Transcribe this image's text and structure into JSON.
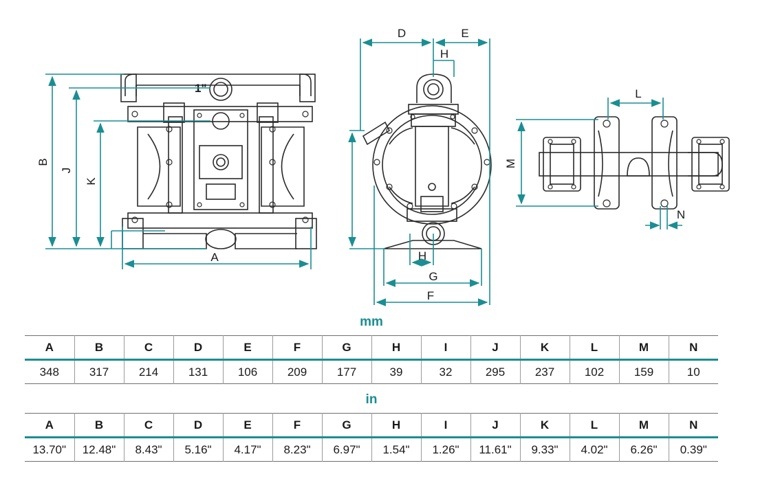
{
  "drawing": {
    "labels": {
      "A": "A",
      "B": "B",
      "J": "J",
      "K": "K",
      "D": "D",
      "E": "E",
      "H_top": "H",
      "H_bottom": "H",
      "G": "G",
      "F": "F",
      "L": "L",
      "M": "M",
      "N": "N",
      "inlet_size": "1\""
    },
    "accent_color": "#1a8e92",
    "line_color": "#2a2a2a"
  },
  "table_mm": {
    "title": "mm",
    "headers": [
      "A",
      "B",
      "C",
      "D",
      "E",
      "F",
      "G",
      "H",
      "I",
      "J",
      "K",
      "L",
      "M",
      "N"
    ],
    "values": [
      "348",
      "317",
      "214",
      "131",
      "106",
      "209",
      "177",
      "39",
      "32",
      "295",
      "237",
      "102",
      "159",
      "10"
    ]
  },
  "table_in": {
    "title": "in",
    "headers": [
      "A",
      "B",
      "C",
      "D",
      "E",
      "F",
      "G",
      "H",
      "I",
      "J",
      "K",
      "L",
      "M",
      "N"
    ],
    "values": [
      "13.70\"",
      "12.48\"",
      "8.43\"",
      "5.16\"",
      "4.17\"",
      "8.23\"",
      "6.97\"",
      "1.54\"",
      "1.26\"",
      "11.61\"",
      "9.33\"",
      "4.02\"",
      "6.26\"",
      "0.39\""
    ]
  }
}
